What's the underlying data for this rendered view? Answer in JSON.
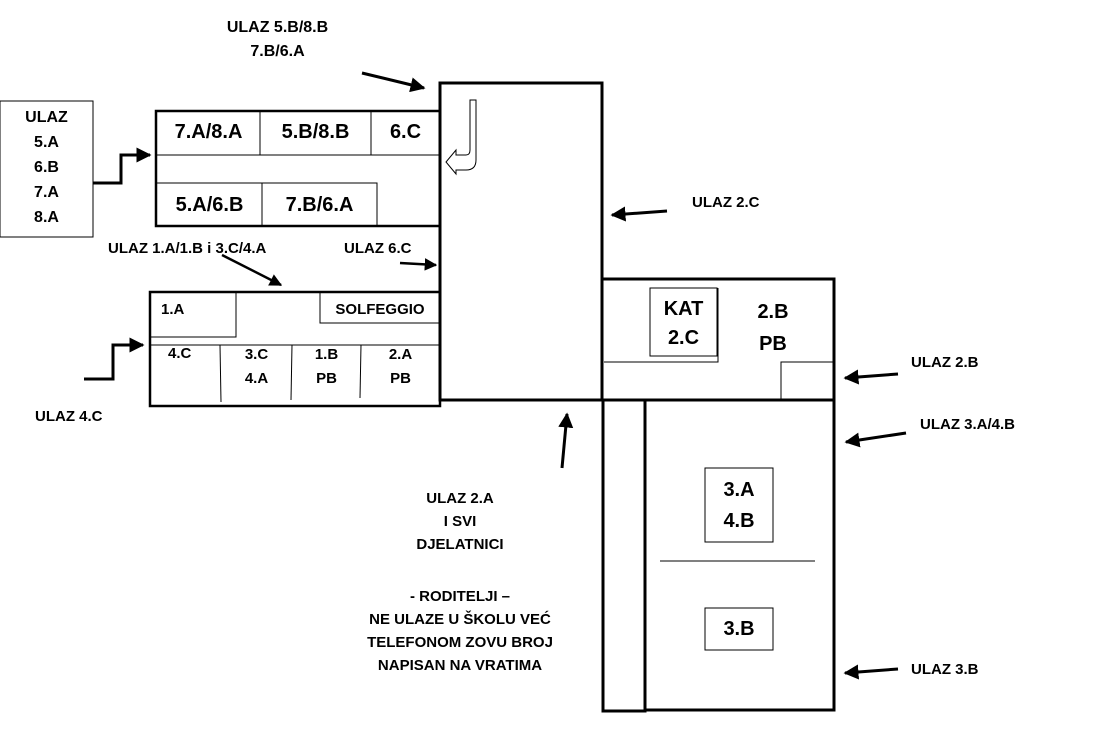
{
  "entrances": {
    "top": [
      "ULAZ 5.B/8.B",
      "7.B/6.A"
    ],
    "left_box": [
      "ULAZ",
      "5.A",
      "6.B",
      "7.A",
      "8.A"
    ],
    "ulaz_1a": "ULAZ 1.A/1.B i 3.C/4.A",
    "ulaz_6c": "ULAZ 6.C",
    "ulaz_2c": "ULAZ 2.C",
    "ulaz_4c": "ULAZ 4.C",
    "ulaz_2b": "ULAZ 2.B",
    "ulaz_3a4b": "ULAZ 3.A/4.B",
    "ulaz_3b": "ULAZ 3.B"
  },
  "upper_wing": {
    "row1": [
      "7.A/8.A",
      "5.B/8.B",
      "6.C"
    ],
    "row2": [
      "5.A/6.B",
      "7.B/6.A"
    ]
  },
  "lower_wing": {
    "room_1a": "1.A",
    "solfeggio": "SOLFEGGIO",
    "room_4c": "4.C",
    "room_3c_4a": [
      "3.C",
      "4.A"
    ],
    "room_1b_pb": [
      "1.B",
      "PB"
    ],
    "room_2a_pb": [
      "2.A",
      "PB"
    ]
  },
  "right_wing": {
    "kat_2c": [
      "KAT",
      "2.C"
    ],
    "room_2b_pb": [
      "2.B",
      "PB"
    ],
    "room_3a_4b": [
      "3.A",
      "4.B"
    ],
    "room_3b": "3.B"
  },
  "note": {
    "staff": [
      "ULAZ 2.A",
      "I SVI",
      "DJELATNICI"
    ],
    "parents": [
      "- RODITELJI –",
      "NE ULAZE U ŠKOLU VEĆ",
      "TELEFONOM ZOVU BROJ",
      "NAPISAN NA VRATIMA"
    ]
  }
}
